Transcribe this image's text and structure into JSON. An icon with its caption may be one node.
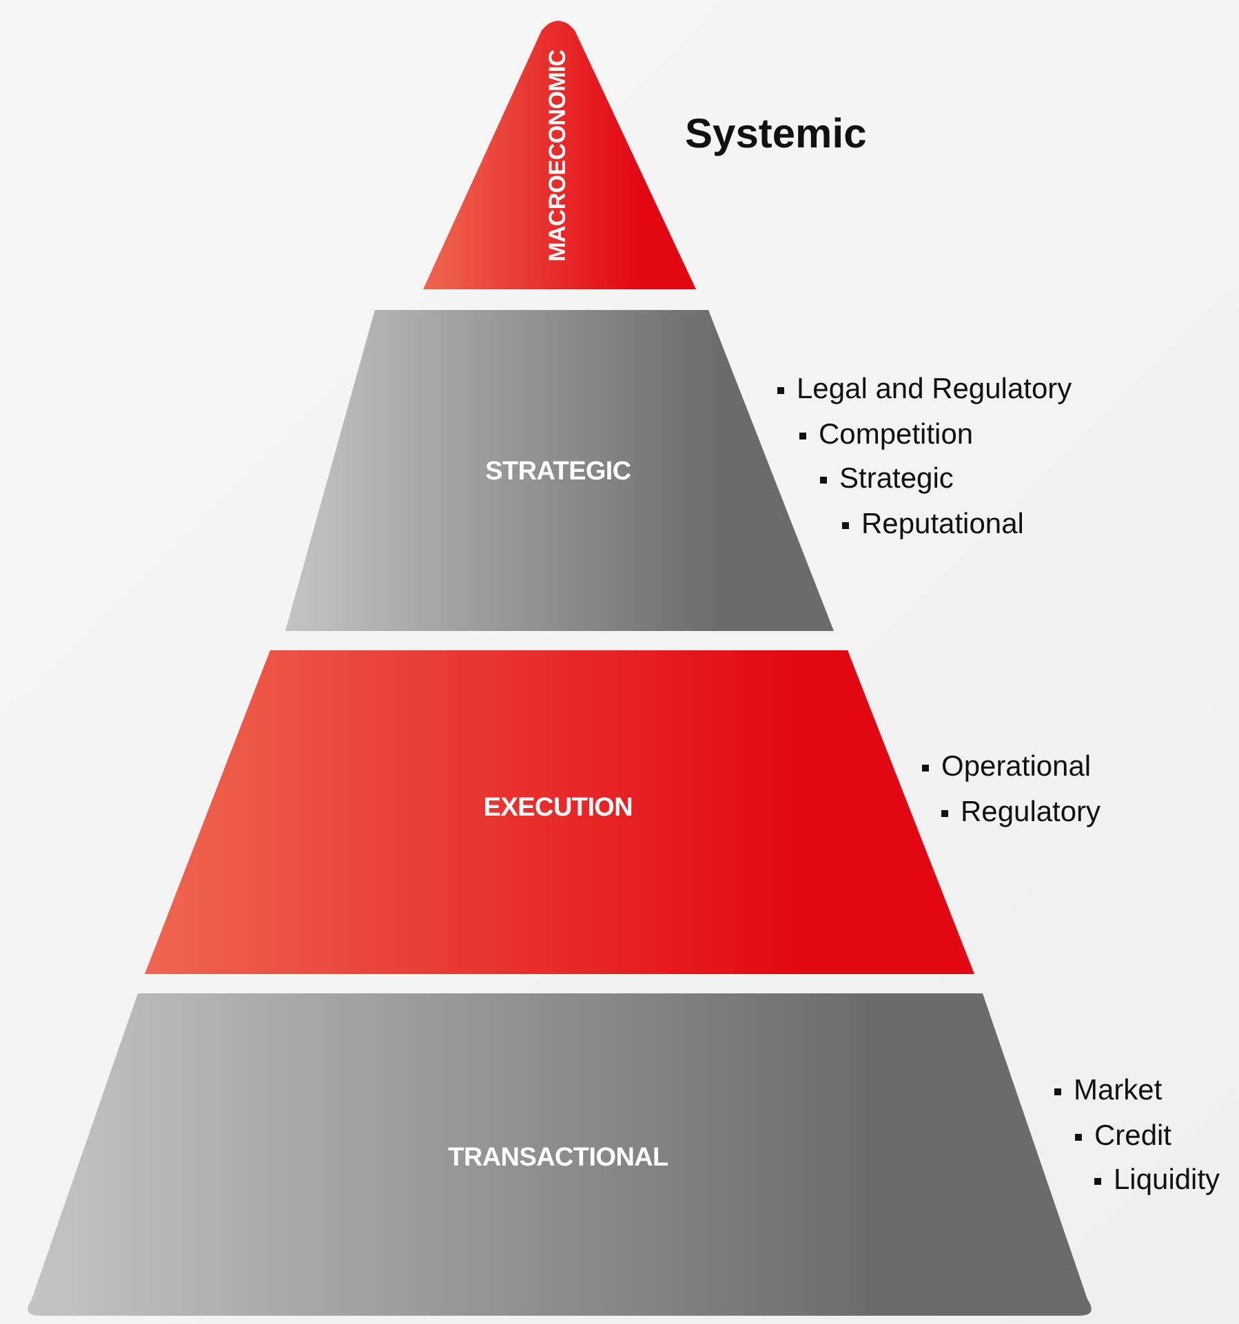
{
  "diagram": {
    "nodes": [
      {
        "text": [
          "MACROECONOMIC"
        ],
        "beside": [
          "Systemic"
        ]
      },
      {
        "text": [
          "STRATEGIC"
        ],
        "beside": [
          "Legal and Regulatory",
          "Competition",
          "Strategic",
          "Reputational"
        ]
      },
      {
        "text": [
          "EXECUTION"
        ],
        "beside": [
          "Operational",
          "Regulatory"
        ]
      },
      {
        "text": [
          "TRANSACTIONAL"
        ],
        "beside": [
          "Market",
          "Credit",
          "Liquidity"
        ]
      }
    ]
  }
}
